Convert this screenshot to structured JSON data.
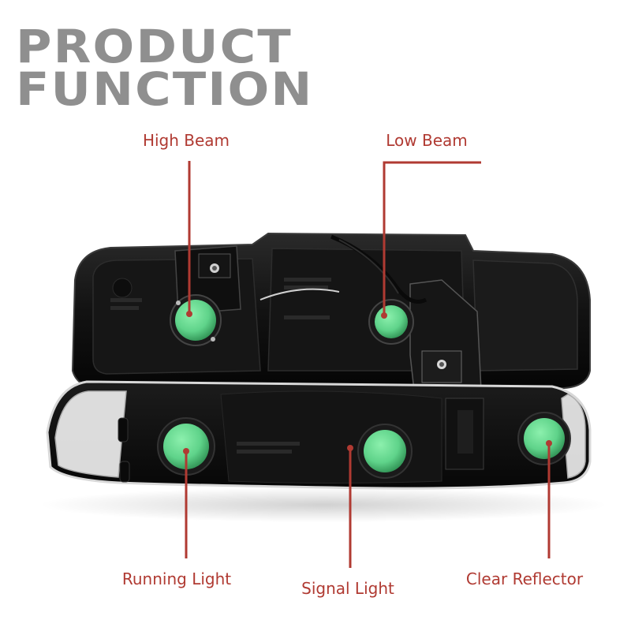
{
  "heading": {
    "line1": "PRODUCT",
    "line2": "FUNCTION"
  },
  "callouts": {
    "high_beam": "High Beam",
    "low_beam": "Low Beam",
    "running_light": "Running Light",
    "signal_light": "Signal Light",
    "clear_reflector": "Clear Reflector"
  },
  "colors": {
    "heading": "#8f8f8f",
    "callout": "#b03a32",
    "socket": "#5fd38a",
    "housing": "#111111"
  }
}
